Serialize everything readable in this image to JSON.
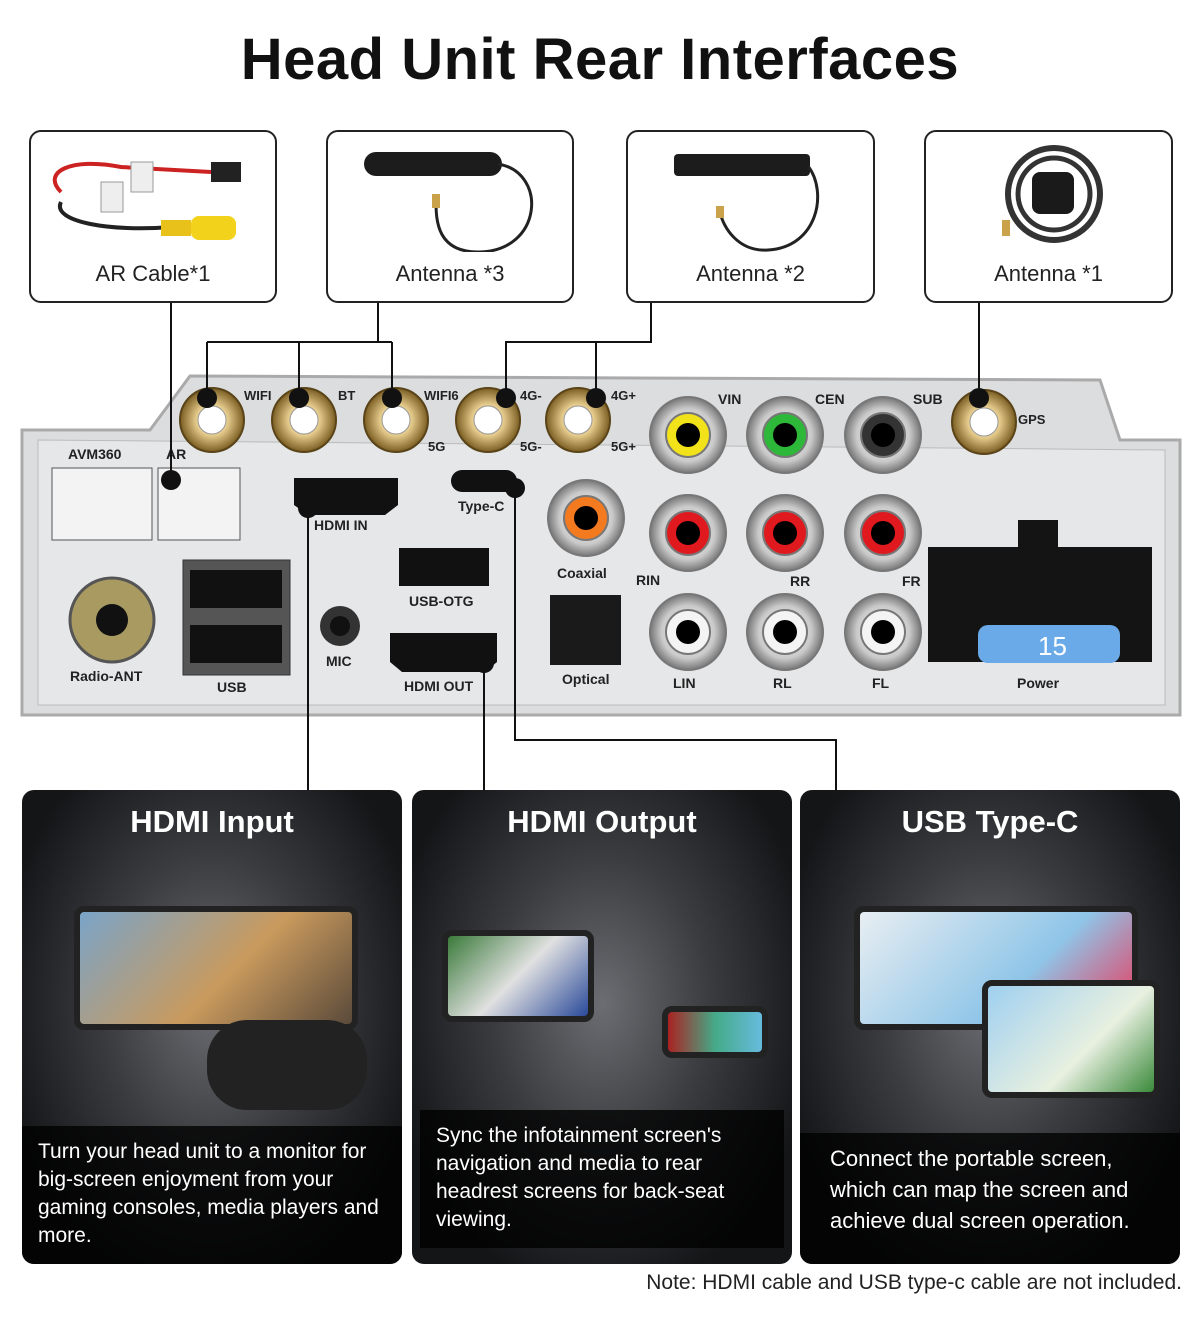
{
  "title": "Head Unit Rear Interfaces",
  "accessories": [
    {
      "label": "AR Cable*1"
    },
    {
      "label": "Antenna *3"
    },
    {
      "label": "Antenna *2"
    },
    {
      "label": "Antenna *1"
    }
  ],
  "panel": {
    "antenna_ports": [
      "WIFI",
      "BT",
      "WIFI6",
      "5G",
      "4G-",
      "5G-",
      "4G+",
      "5G+",
      "GPS"
    ],
    "rca_top": [
      "VIN",
      "CEN",
      "SUB"
    ],
    "rca_mid": [
      "RIN",
      "RR",
      "FR"
    ],
    "rca_bottom": [
      "LIN",
      "RL",
      "FL"
    ],
    "connectors": [
      "AVM360",
      "AR",
      "HDMI  IN",
      "Type-C",
      "Coaxial",
      "USB-OTG",
      "MIC",
      "HDMI  OUT",
      "Optical",
      "Radio-ANT",
      "USB",
      "Power"
    ],
    "fuse_value": "15",
    "colors": {
      "vin": "#f2e21a",
      "cen": "#2eb83a",
      "sub": "#222222",
      "red": "#e0191f",
      "white": "#f4f4f4",
      "coaxial": "#f47a20",
      "fuse": "#6aaae8"
    }
  },
  "cards": [
    {
      "title": "HDMI Input",
      "text": "Turn your head unit to a monitor for big-screen enjoyment from your gaming consoles, media players and more."
    },
    {
      "title": "HDMI Output",
      "text": "Sync the infotainment screen's navigation and media to rear headrest screens for back-seat viewing."
    },
    {
      "title": "USB Type-C",
      "text": "Connect the portable screen, which can map the screen and achieve dual screen operation."
    }
  ],
  "note": "Note: HDMI cable and USB type-c cable are not included."
}
